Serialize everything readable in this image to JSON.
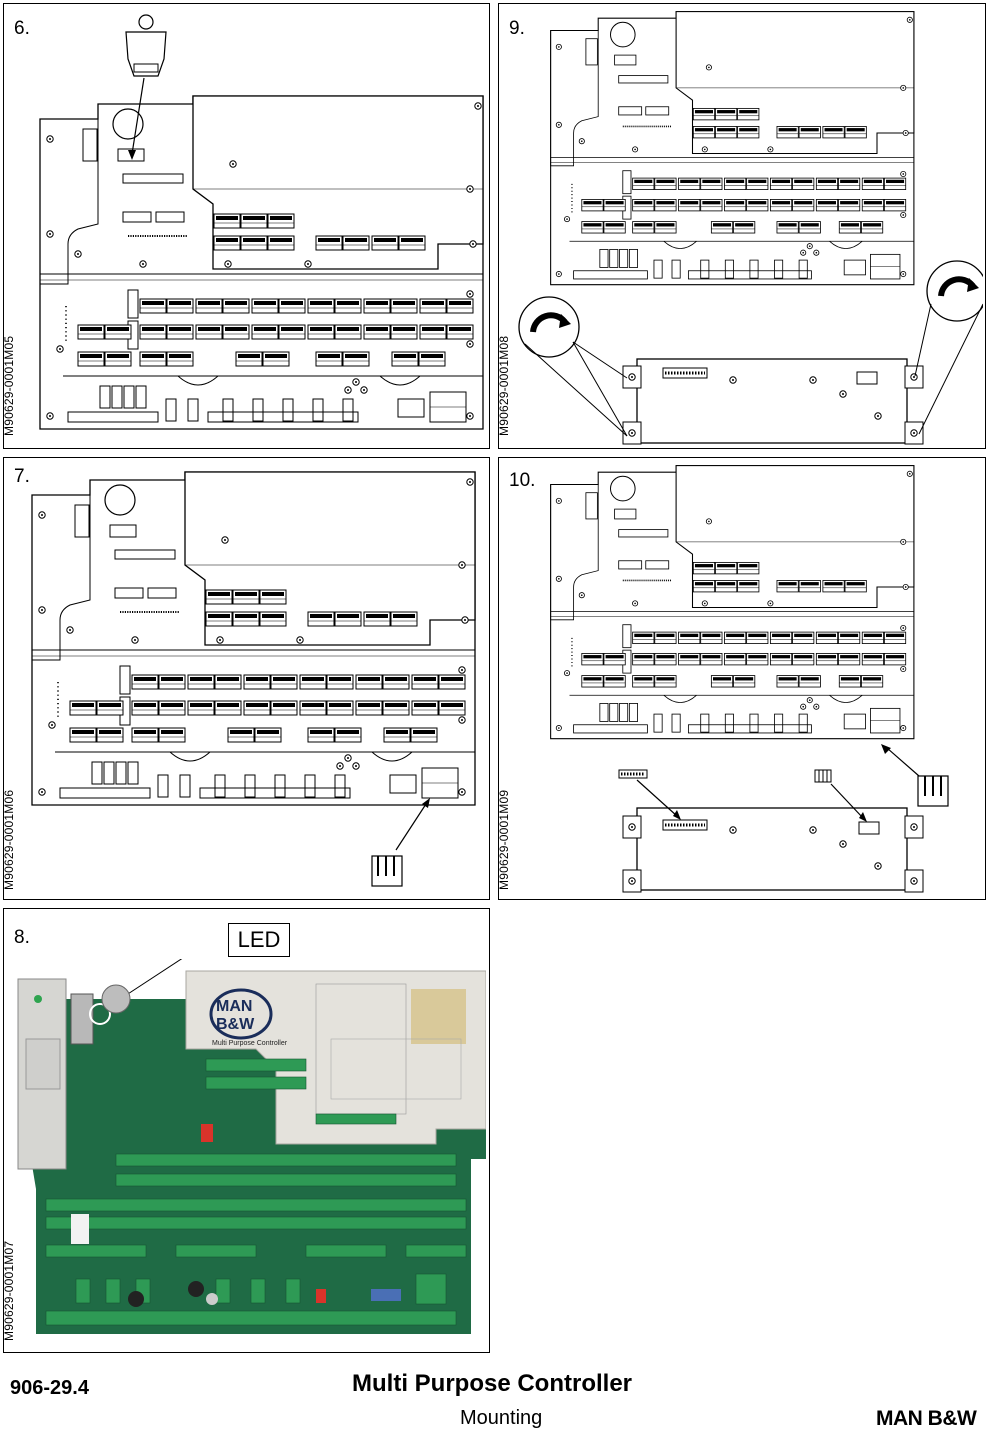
{
  "figures": [
    {
      "number": "6.",
      "code": "M90629-0001M05"
    },
    {
      "number": "9.",
      "code": "M90629-0001M08"
    },
    {
      "number": "7.",
      "code": "M90629-0001M06"
    },
    {
      "number": "10.",
      "code": "M90629-0001M09"
    },
    {
      "number": "8.",
      "code": "M90629-0001M07",
      "callout": "LED",
      "photo_text": {
        "brand_line1": "MAN",
        "brand_line2": "B&W",
        "product": "Multi Purpose Controller"
      }
    }
  ],
  "footer": {
    "doc_number": "906-29.4",
    "title": "Multi Purpose Controller",
    "subtitle": "Mounting",
    "brand": "MAN B&W"
  },
  "colors": {
    "pcb_green": "#1f6b45",
    "terminal_green": "#2e9a55",
    "cover": "#e4e2dc"
  }
}
